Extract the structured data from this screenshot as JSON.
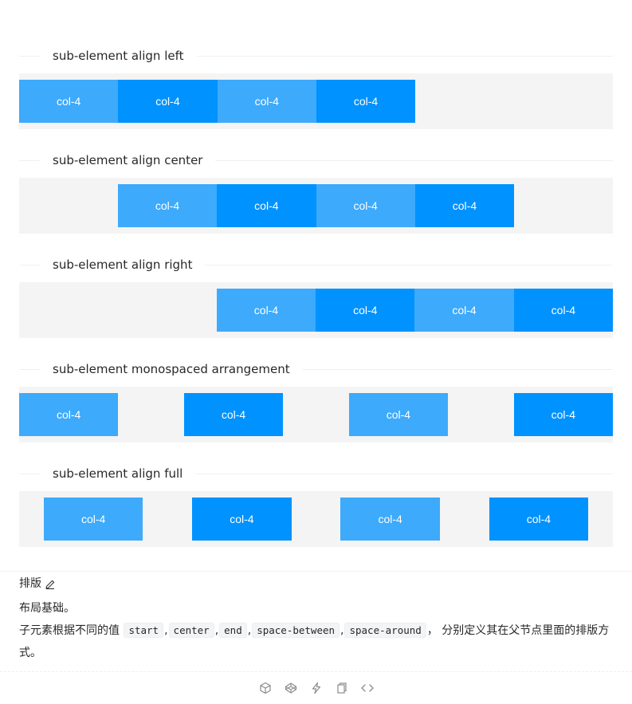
{
  "sections": [
    {
      "title": "sub-element align left",
      "justify": "start",
      "cols": [
        {
          "label": "col-4",
          "shade": "light"
        },
        {
          "label": "col-4",
          "shade": "dark"
        },
        {
          "label": "col-4",
          "shade": "light"
        },
        {
          "label": "col-4",
          "shade": "dark"
        }
      ]
    },
    {
      "title": "sub-element align center",
      "justify": "center",
      "cols": [
        {
          "label": "col-4",
          "shade": "light"
        },
        {
          "label": "col-4",
          "shade": "dark"
        },
        {
          "label": "col-4",
          "shade": "light"
        },
        {
          "label": "col-4",
          "shade": "dark"
        }
      ]
    },
    {
      "title": "sub-element align right",
      "justify": "end",
      "cols": [
        {
          "label": "col-4",
          "shade": "light"
        },
        {
          "label": "col-4",
          "shade": "dark"
        },
        {
          "label": "col-4",
          "shade": "light"
        },
        {
          "label": "col-4",
          "shade": "dark"
        }
      ]
    },
    {
      "title": "sub-element monospaced arrangement",
      "justify": "between",
      "cols": [
        {
          "label": "col-4",
          "shade": "light"
        },
        {
          "label": "col-4",
          "shade": "dark"
        },
        {
          "label": "col-4",
          "shade": "light"
        },
        {
          "label": "col-4",
          "shade": "dark"
        }
      ]
    },
    {
      "title": "sub-element align full",
      "justify": "around",
      "cols": [
        {
          "label": "col-4",
          "shade": "light"
        },
        {
          "label": "col-4",
          "shade": "dark"
        },
        {
          "label": "col-4",
          "shade": "light"
        },
        {
          "label": "col-4",
          "shade": "dark"
        }
      ]
    }
  ],
  "description": {
    "title": "排版",
    "edit_icon": "edit-icon",
    "line1": "布局基础。",
    "line2_prefix": "子元素根据不同的值",
    "codes": [
      "start",
      "center",
      "end",
      "space-between",
      "space-around"
    ],
    "line2_suffix": "分别定义其在父节点里面的排版方式。"
  },
  "actions": [
    {
      "name": "codesandbox-icon"
    },
    {
      "name": "codepen-icon"
    },
    {
      "name": "stackblitz-icon"
    },
    {
      "name": "copy-icon"
    },
    {
      "name": "expand-code-icon"
    }
  ],
  "colors": {
    "col_dark": "#0092ff",
    "col_light": "rgba(0,146,255,0.75)",
    "row_bg": "#f4f4f4"
  }
}
